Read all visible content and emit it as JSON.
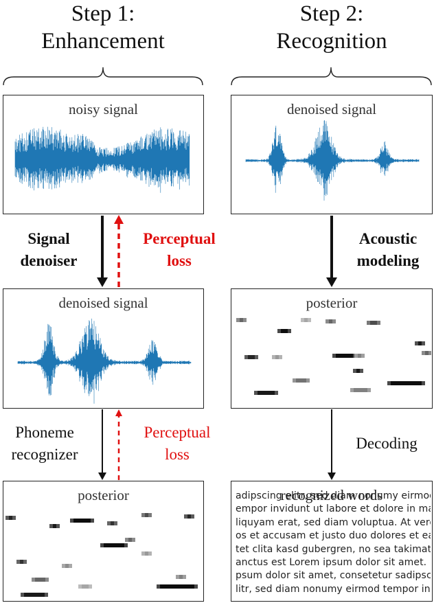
{
  "step1": {
    "line1": "Step 1:",
    "line2": "Enhancement"
  },
  "step2": {
    "line1": "Step 2:",
    "line2": "Recognition"
  },
  "panels": {
    "noisy": "noisy signal",
    "denoised_left": "denoised signal",
    "denoised_right": "denoised signal",
    "posterior_left": "posterior",
    "posterior_right": "posterior",
    "words": "recognized words"
  },
  "arrows": {
    "signal_denoiser": {
      "line1": "Signal",
      "line2": "denoiser"
    },
    "perceptual_loss_top": {
      "line1": "Perceptual",
      "line2": "loss"
    },
    "acoustic_modeling": {
      "line1": "Acoustic",
      "line2": "modeling"
    },
    "phoneme_recognizer": {
      "line1": "Phoneme",
      "line2": "recognizer"
    },
    "perceptual_loss_bottom": {
      "line1": "Perceptual",
      "line2": "loss"
    },
    "decoding": "Decoding"
  },
  "lorem_lines": [
    "adipscing elitr, sed diam nonumy eirmod",
    "empor invidunt ut labore et dolore in mag",
    "liquyam erat, sed diam voluptua. At vero",
    "os et accusam et justo duo dolores et ea r",
    "tet clita kasd gubergren, no sea takimata",
    "anctus est Lorem ipsum dolor sit amet. Lo",
    "psum dolor sit amet, consetetur sadipscin",
    "litr, sed diam nonumy eirmod tempor inv"
  ],
  "colors": {
    "waveform": "#1f77b4",
    "loss": "#e01010",
    "arrow": "#111111"
  }
}
